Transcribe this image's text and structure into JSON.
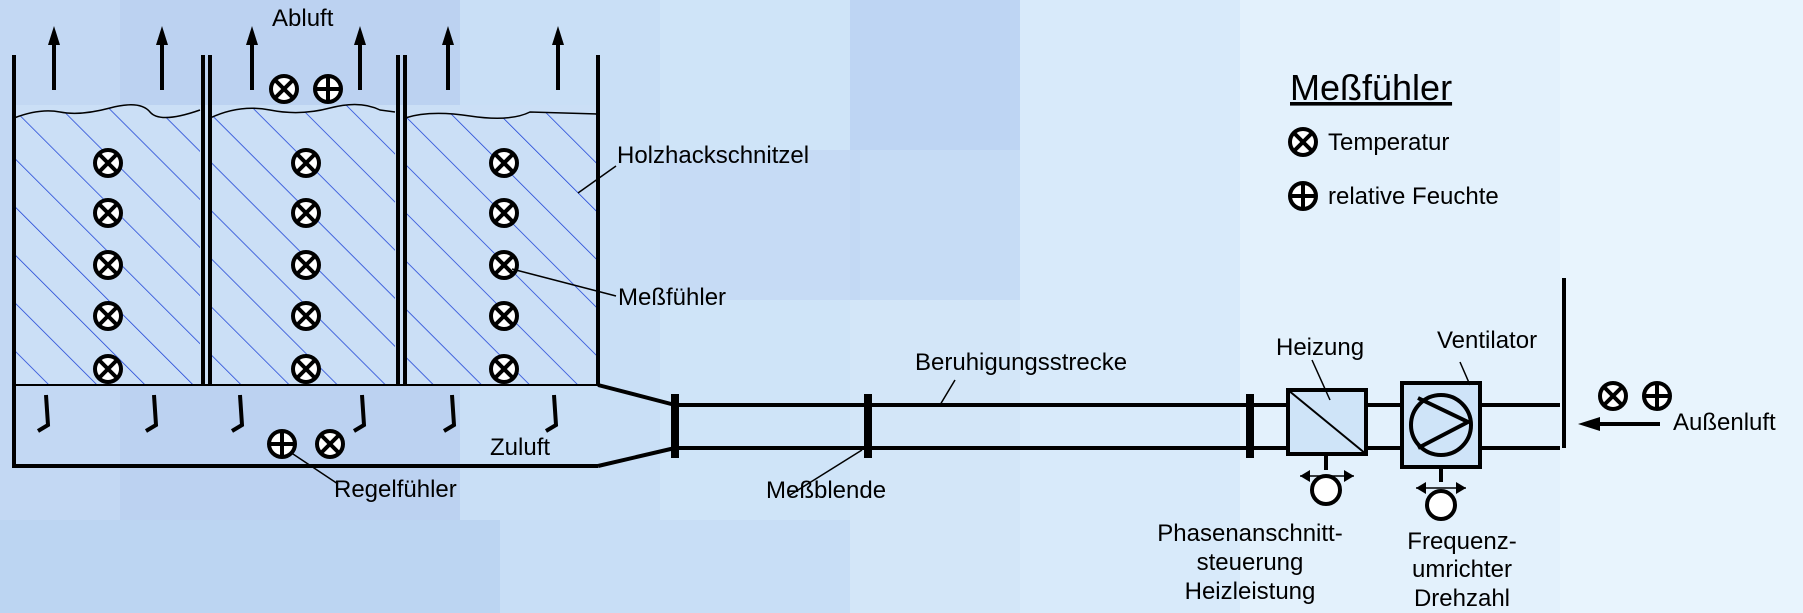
{
  "labels": {
    "abluft": "Abluft",
    "holzhackschnitzel": "Holzhackschnitzel",
    "messfuehler": "Meßfühler",
    "zuluft": "Zuluft",
    "regelfuehler": "Regelfühler",
    "messblende": "Meßblende",
    "beruhigungsstrecke": "Beruhigungsstrecke",
    "heizung": "Heizung",
    "ventilator": "Ventilator",
    "aussenluft": "Außenluft",
    "phasen_line1": "Phasenanschnitt-",
    "phasen_line2": "steuerung",
    "phasen_line3": "Heizleistung",
    "frequenz_line1": "Frequenz-",
    "frequenz_line2": "umrichter",
    "frequenz_line3": "Drehzahl"
  },
  "legend": {
    "title": "Meßfühler",
    "temperature_label": "Temperatur",
    "humidity_label": "relative Feuchte",
    "temperature_icon": "temperature-sensor-icon",
    "humidity_icon": "humidity-sensor-icon"
  },
  "colors": {
    "hatch": "#1a3fd6",
    "line": "#000000",
    "background_base": "#cfe3f7"
  }
}
